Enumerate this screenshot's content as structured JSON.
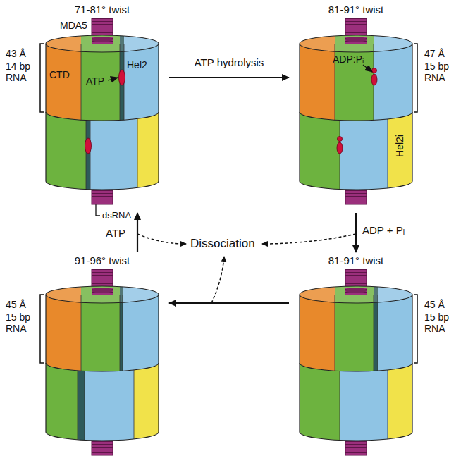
{
  "diagram": {
    "nodes": [
      {
        "text": [
          "71-81° twist",
          "CTD",
          "ATP",
          "Hel2"
        ]
      },
      {
        "text": [
          "81-91° twist",
          "ADP:Pᵢ",
          "Hel2i"
        ]
      },
      {
        "text": [
          "81-91° twist"
        ]
      },
      {
        "text": [
          "91-96° twist"
        ]
      }
    ],
    "edges": [
      {
        "from": 0,
        "to": 1,
        "arrow": "to",
        "label": "ATP hydrolysis"
      },
      {
        "from": 1,
        "to": 2,
        "arrow": "to",
        "label": "ADP + Pᵢ"
      },
      {
        "from": 2,
        "to": 3,
        "arrow": "to"
      },
      {
        "from": 3,
        "to": 0,
        "arrow": "to",
        "label": "ATP"
      }
    ],
    "labels": [
      "MDA5",
      "43 Å",
      "14 bp RNA",
      "47 Å",
      "15 bp RNA",
      "45 Å",
      "15 bp RNA",
      "45 Å",
      "15 bp RNA",
      "dsRNA",
      "Dissociation"
    ]
  }
}
